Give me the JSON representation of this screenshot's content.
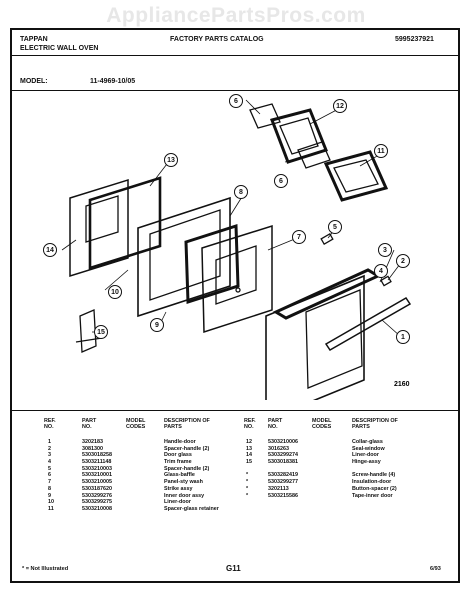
{
  "watermark": "AppliancePartsPros.com",
  "header": {
    "brand": "TAPPAN",
    "catalog": "FACTORY PARTS CATALOG",
    "catalog_number": "5995237921",
    "product": "ELECTRIC WALL OVEN",
    "model_label": "MODEL:",
    "model_value": "11-4969-10/05"
  },
  "diagram": {
    "labels": [
      "1",
      "2",
      "3",
      "4",
      "5",
      "6",
      "6",
      "7",
      "8",
      "9",
      "10",
      "11",
      "12",
      "13",
      "14",
      "15"
    ],
    "figure_number": "2160"
  },
  "table": {
    "headers": {
      "ref": "REF. NO.",
      "part": "PART NO.",
      "model": "MODEL CODES",
      "desc": "DESCRIPTION OF PARTS"
    },
    "left": {
      "ref": [
        "1",
        "2",
        "3",
        "4",
        "5",
        "6",
        "7",
        "8",
        "9",
        "10",
        "11"
      ],
      "part": [
        "3202183",
        "3081300",
        "5303018258",
        "5303211148",
        "5303210003",
        "5303210001",
        "5303210005",
        "5303187620",
        "5303299276",
        "5303299275",
        "5303210008"
      ],
      "desc": [
        "Handle-door",
        "Spacer-handle (2)",
        "Door glass",
        "Trim frame",
        "Spacer-handle (2)",
        "Glass-baffle",
        "Panel-sty wash",
        "Strike assy",
        "Inner door assy",
        "Liner-door",
        "Spacer-glass retainer"
      ]
    },
    "right": {
      "ref": [
        "12",
        "13",
        "14",
        "15",
        "*",
        "*",
        "*",
        "*"
      ],
      "part": [
        "5303210006",
        "3016263",
        "5303299274",
        "5303018381",
        "5303282419",
        "5303299277",
        "3202113",
        "5303215586"
      ],
      "desc": [
        "Collar-glass",
        "Seal-window",
        "Liner-door",
        "Hinge-assy",
        "Screw-handle (4)",
        "Insulation-door",
        "Button-spacer (2)",
        "Tape-inner door"
      ]
    }
  },
  "footer": {
    "note": "* = Not Illustrated",
    "page": "G11",
    "date": "6/93"
  }
}
